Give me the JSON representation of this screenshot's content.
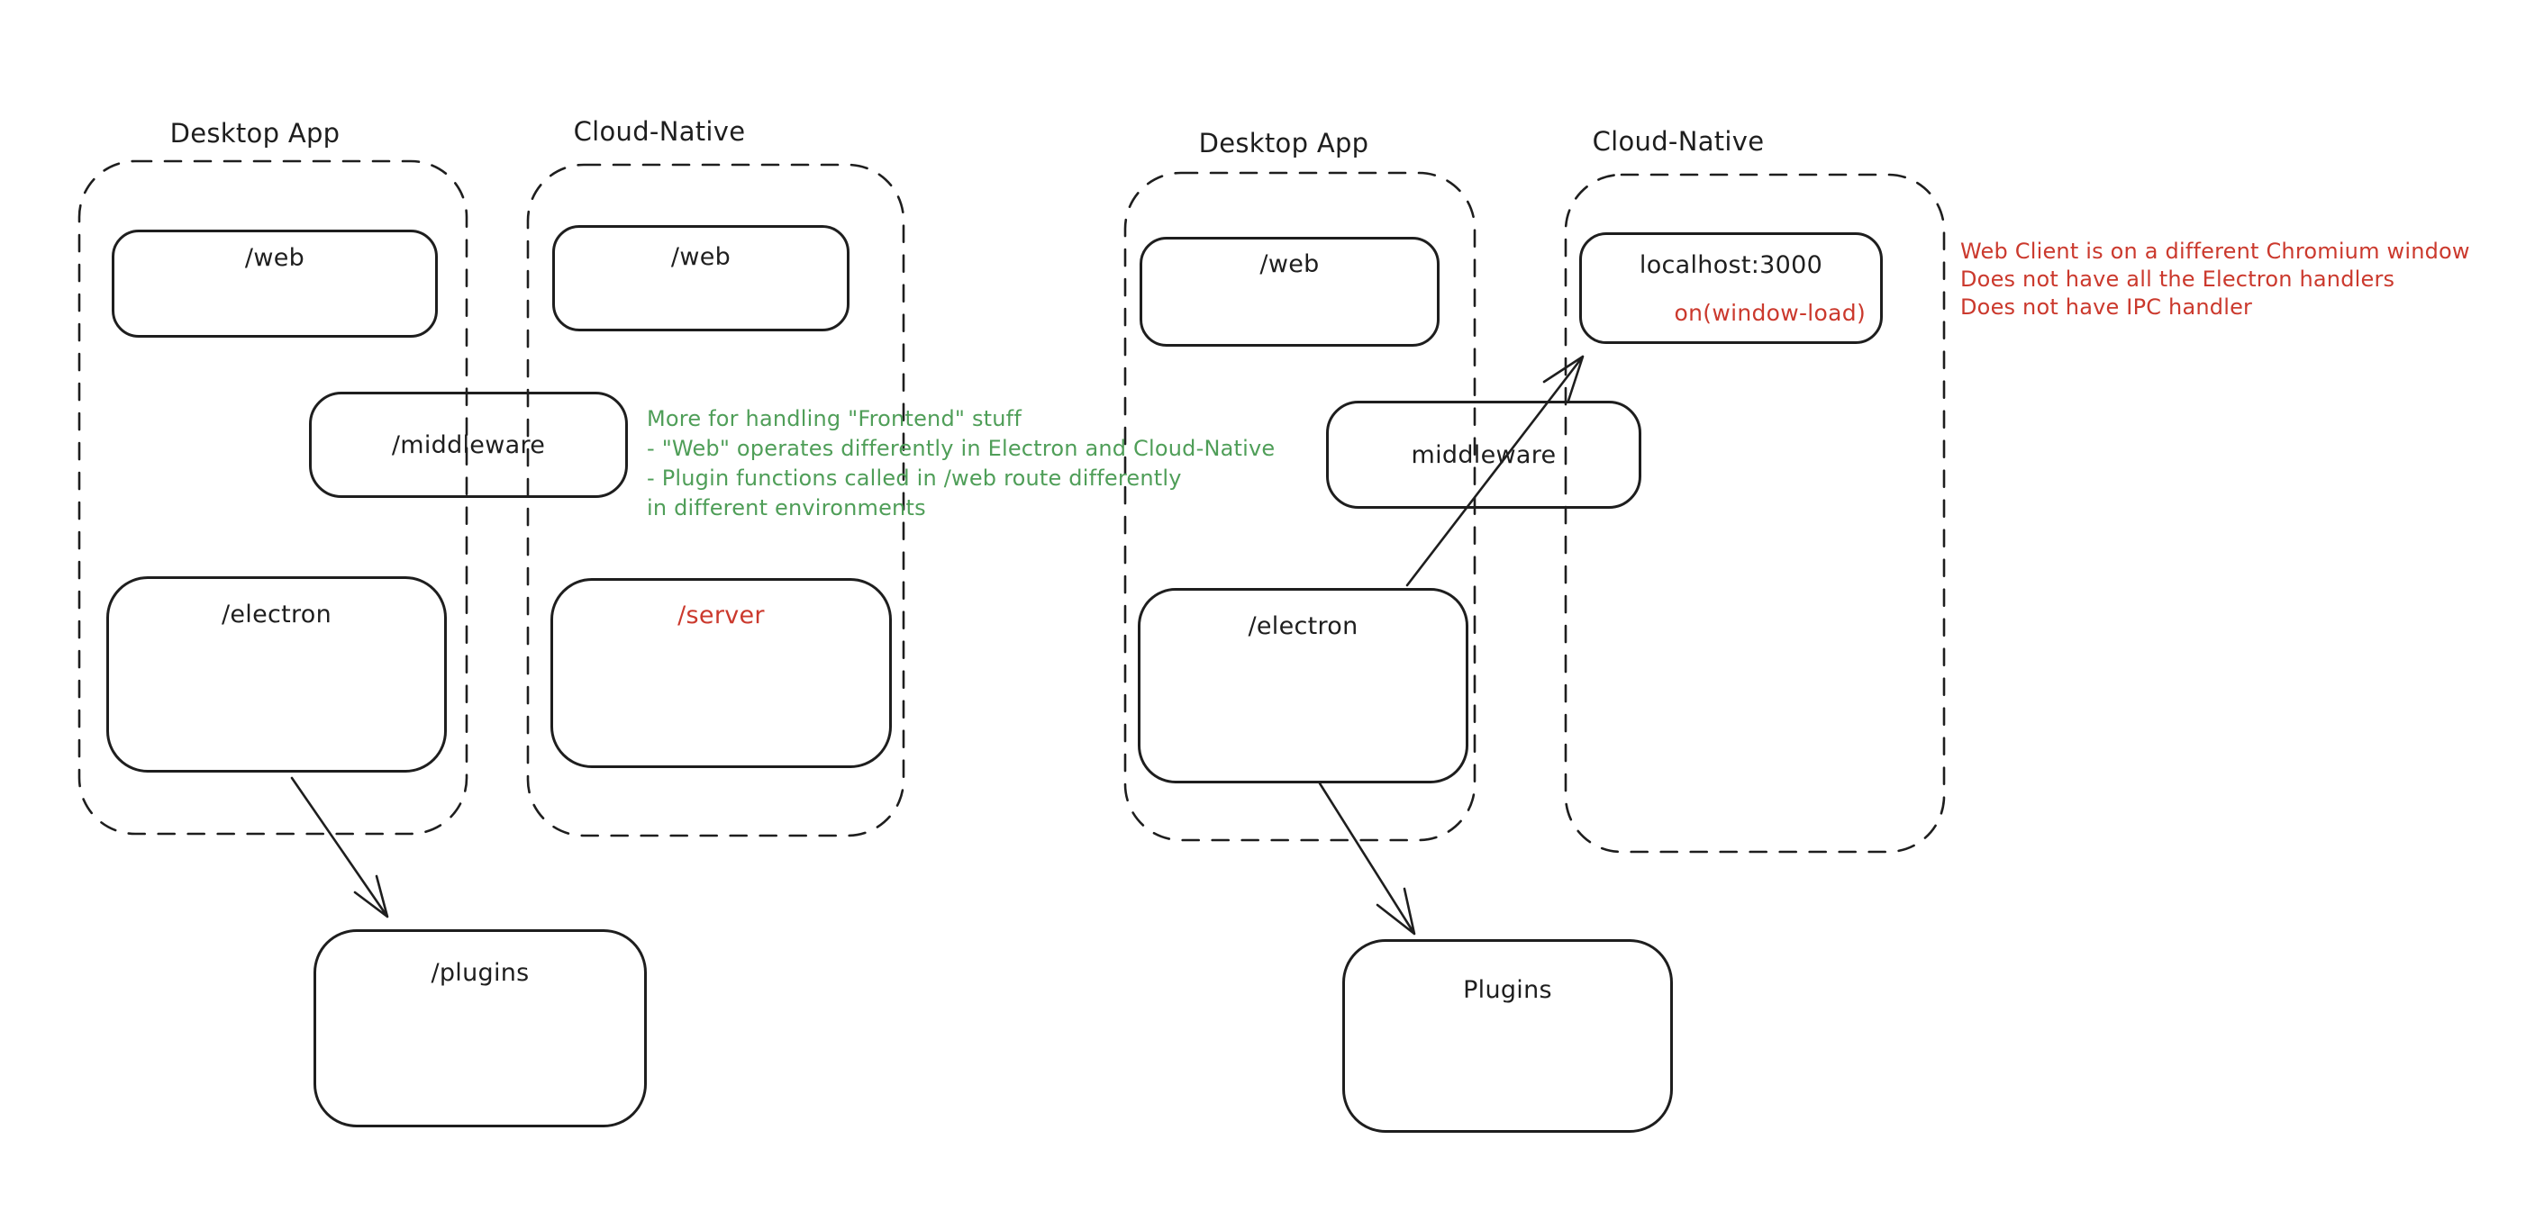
{
  "colors": {
    "ink": "#1e1e1e",
    "red": "#cb392d",
    "green": "#4f9e58",
    "background": "#ffffff"
  },
  "left": {
    "desktop_label": "Desktop App",
    "cloud_label": "Cloud-Native",
    "web_desktop": "/web",
    "web_cloud": "/web",
    "middleware": "/middleware",
    "electron": "/electron",
    "server": "/server",
    "plugins": "/plugins",
    "note": {
      "color": "#4f9e58",
      "lines": [
        "More for handling \"Frontend\" stuff",
        "- \"Web\" operates differently in Electron and Cloud-Native",
        "- Plugin functions called in /web route differently",
        "in different environments"
      ]
    }
  },
  "right": {
    "desktop_label": "Desktop App",
    "cloud_label": "Cloud-Native",
    "web_desktop": "/web",
    "electron": "/electron",
    "middleware": "middleware",
    "plugins": "Plugins",
    "localhost_box": {
      "title": "localhost:3000",
      "subtitle": "on(window-load)"
    },
    "note": {
      "color": "#cb392d",
      "lines": [
        "Web Client is on a different Chromium window",
        "Does not have all the Electron handlers",
        "Does not have IPC handler"
      ]
    }
  }
}
